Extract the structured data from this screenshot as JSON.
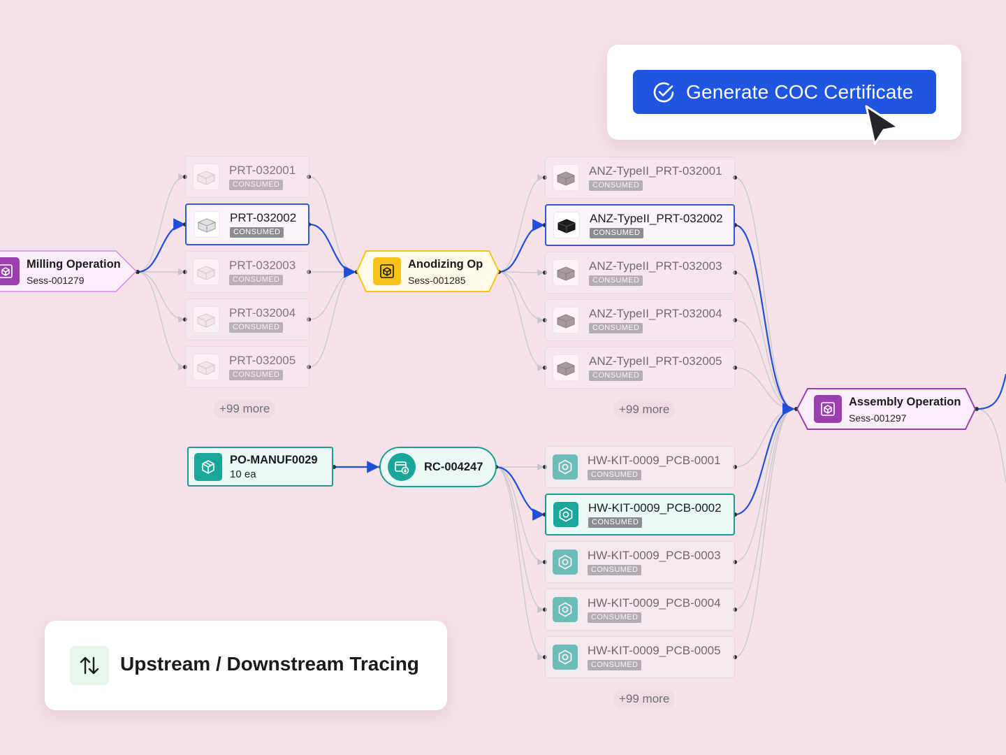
{
  "operations": {
    "milling": {
      "title": "Milling Operation",
      "session": "Sess-001279"
    },
    "anodizing": {
      "title": "Anodizing Op",
      "session": "Sess-001285"
    },
    "assembly": {
      "title": "Assembly Operation",
      "session": "Sess-001297"
    }
  },
  "parts": [
    {
      "id": "PRT-032001",
      "status": "CONSUMED",
      "active": false
    },
    {
      "id": "PRT-032002",
      "status": "CONSUMED",
      "active": true
    },
    {
      "id": "PRT-032003",
      "status": "CONSUMED",
      "active": false
    },
    {
      "id": "PRT-032004",
      "status": "CONSUMED",
      "active": false
    },
    {
      "id": "PRT-032005",
      "status": "CONSUMED",
      "active": false
    }
  ],
  "parts_more": "+99 more",
  "anodized": [
    {
      "id": "ANZ-TypeII_PRT-032001",
      "status": "CONSUMED",
      "active": false
    },
    {
      "id": "ANZ-TypeII_PRT-032002",
      "status": "CONSUMED",
      "active": true
    },
    {
      "id": "ANZ-TypeII_PRT-032003",
      "status": "CONSUMED",
      "active": false
    },
    {
      "id": "ANZ-TypeII_PRT-032004",
      "status": "CONSUMED",
      "active": false
    },
    {
      "id": "ANZ-TypeII_PRT-032005",
      "status": "CONSUMED",
      "active": false
    }
  ],
  "anodized_more": "+99 more",
  "purchase_order": {
    "id": "PO-MANUF0029",
    "qty": "10 ea"
  },
  "receipt": {
    "id": "RC-004247"
  },
  "pcb_kits": [
    {
      "id": "HW-KIT-0009_PCB-0001",
      "status": "CONSUMED",
      "active": false
    },
    {
      "id": "HW-KIT-0009_PCB-0002",
      "status": "CONSUMED",
      "active": true
    },
    {
      "id": "HW-KIT-0009_PCB-0003",
      "status": "CONSUMED",
      "active": false
    },
    {
      "id": "HW-KIT-0009_PCB-0004",
      "status": "CONSUMED",
      "active": false
    },
    {
      "id": "HW-KIT-0009_PCB-0005",
      "status": "CONSUMED",
      "active": false
    }
  ],
  "pcb_more": "+99 more",
  "coc_button": {
    "label": "Generate COC Certificate"
  },
  "tracing_card": {
    "label": "Upstream / Downstream Tracing"
  },
  "colors": {
    "background": "#f5e1e8",
    "highlight_edge": "#1f4fd8",
    "button": "#1f55e0",
    "teal": "#1aa79a",
    "purple": "#9b3fb0",
    "amber": "#f7c21b"
  }
}
